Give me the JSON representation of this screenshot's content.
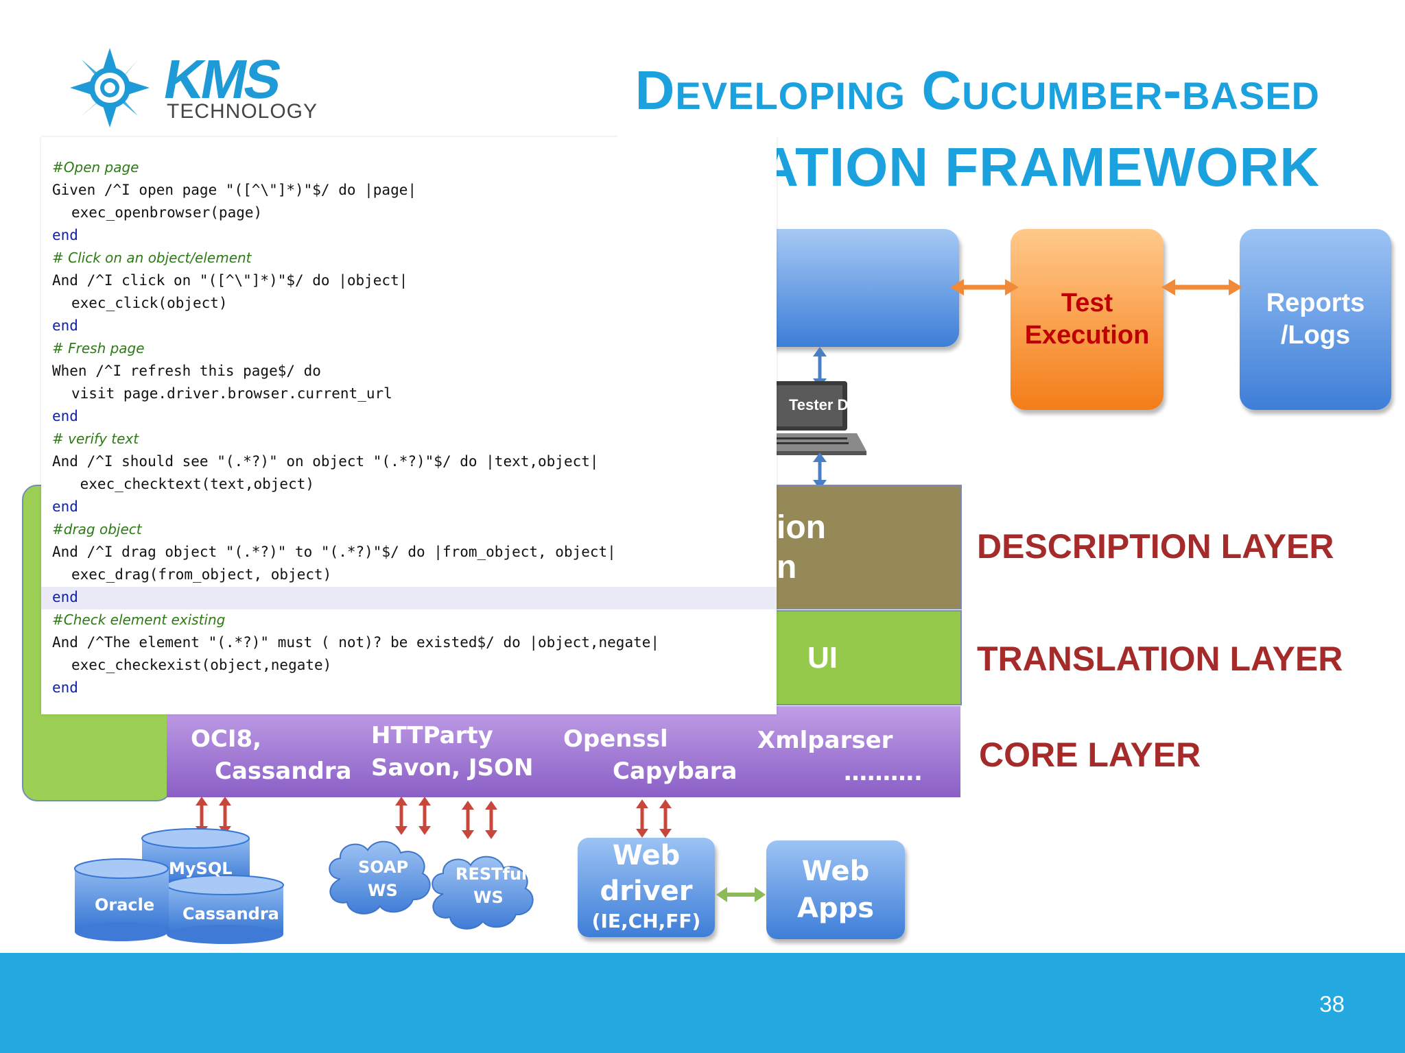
{
  "logo": {
    "name": "KMS",
    "sub": "TECHNOLOGY"
  },
  "title": {
    "line1": "Developing Cucumber-based",
    "line2": "Automation Framework",
    "line2_visible": "MATION FRAMEWORK"
  },
  "colors": {
    "title": "#1ba1dd",
    "layer_label": "#a52a2a",
    "footer": "#23a8e0",
    "test_box": "#f47d18",
    "reports_box": "#3e7ed8"
  },
  "boxes": {
    "test_execution": "Test\nExecution",
    "reports": "Reports\n/Logs",
    "tester": "Tester D",
    "description_fragment_1": "ion",
    "description_fragment_2": "n",
    "translation_fragment": "UI"
  },
  "layers": {
    "description": "DESCRIPTION LAYER",
    "translation": "TRANSLATION LAYER",
    "core": "CORE LAYER"
  },
  "core_libs": {
    "oci8": "OCI8,",
    "cassandra": "Cassandra",
    "httparty": "HTTParty",
    "savon": "Savon, JSON",
    "openssl": "Openssl",
    "capybara": "Capybara",
    "xmlparser": "Xmlparser",
    "more": "………."
  },
  "resources": {
    "mysql": "MySQL",
    "oracle": "Oracle",
    "cassandra": "Cassandra",
    "soap_1": "SOAP",
    "soap_2": "WS",
    "rest_1": "RESTful",
    "rest_2": "WS",
    "webdriver_1": "Web",
    "webdriver_2": "driver",
    "webdriver_3": "(IE,CH,FF)",
    "webapps_1": "Web",
    "webapps_2": "Apps"
  },
  "code": [
    {
      "type": "comment",
      "text": "#Open page"
    },
    {
      "type": "code",
      "text": "Given /^I open page \"([^\\\"]*)\"$/ do |page|"
    },
    {
      "type": "indent",
      "text": "exec_openbrowser(page)"
    },
    {
      "type": "kw",
      "text": "end"
    },
    {
      "type": "comment",
      "text": "# Click on an object/element"
    },
    {
      "type": "code",
      "text": "And /^I click on \"([^\\\"]*)\"$/ do |object|"
    },
    {
      "type": "indent",
      "text": "exec_click(object)"
    },
    {
      "type": "kw",
      "text": "end"
    },
    {
      "type": "comment",
      "text": "# Fresh page"
    },
    {
      "type": "code",
      "text": "When /^I refresh this page$/ do"
    },
    {
      "type": "indent",
      "text": "visit page.driver.browser.current_url"
    },
    {
      "type": "kw",
      "text": "end"
    },
    {
      "type": "comment",
      "text": "# verify text"
    },
    {
      "type": "code",
      "text": "And /^I should see \"(.*?)\" on object \"(.*?)\"$/ do |text,object|"
    },
    {
      "type": "indent",
      "text": " exec_checktext(text,object)"
    },
    {
      "type": "kw",
      "text": "end"
    },
    {
      "type": "comment",
      "text": "#drag object"
    },
    {
      "type": "code",
      "text": "And /^I drag object \"(.*?)\" to \"(.*?)\"$/ do |from_object, object|"
    },
    {
      "type": "indent",
      "text": "exec_drag(from_object, object)"
    },
    {
      "type": "kw",
      "text": "end"
    },
    {
      "type": "comment",
      "text": "#Check element existing"
    },
    {
      "type": "code",
      "text": "And /^The element \"(.*?)\" must ( not)? be existed$/ do |object,negate|"
    },
    {
      "type": "indent",
      "text": "exec_checkexist(object,negate)"
    },
    {
      "type": "kw",
      "text": "end"
    }
  ],
  "page_number": "38"
}
